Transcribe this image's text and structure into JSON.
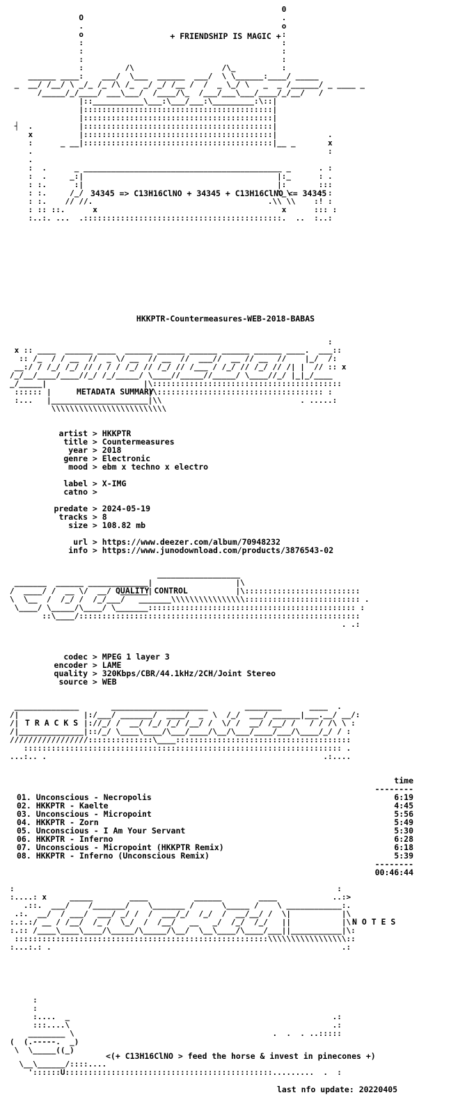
{
  "header": {
    "slogan": "+ FRIENDSHIP IS MAGIC +",
    "formula": "34345 => C13H16ClNO + 34345 + C13H16ClNO <= 34345"
  },
  "release_name": "HKKPTR-Countermeasures-WEB-2018-BABAS",
  "sections": {
    "metadata_title": "METADATA SUMMARY",
    "quality_title": "QUALITY CONTROL",
    "tracks_title": "T R A C K S",
    "notes_title": "N O T E S"
  },
  "metadata": {
    "artist_label": "artist",
    "artist": "HKKPTR",
    "title_label": "title",
    "title": "Countermeasures",
    "year_label": "year",
    "year": "2018",
    "genre_label": "genre",
    "genre": "Electronic",
    "mood_label": "mood",
    "mood": "ebm x techno x electro",
    "label_label": "label",
    "label": "X-IMG",
    "catno_label": "catno",
    "catno": "",
    "predate_label": "predate",
    "predate": "2024-05-19",
    "tracks_label": "tracks",
    "tracks": "8",
    "size_label": "size",
    "size": "108.82 mb",
    "url_label": "url",
    "url": "https://www.deezer.com/album/70948232",
    "info_label": "info",
    "info": "https://www.junodownload.com/products/3876543-02"
  },
  "quality": {
    "codec_label": "codec",
    "codec": "MPEG 1 layer 3",
    "encoder_label": "encoder",
    "encoder": "LAME",
    "quality_label": "quality",
    "quality": "320Kbps/CBR/44.1kHz/2CH/Joint Stereo",
    "source_label": "source",
    "source": "WEB"
  },
  "tracklist": {
    "time_header": "time",
    "items": [
      {
        "title": "01. Unconscious - Necropolis",
        "time": "6:19"
      },
      {
        "title": "02. HKKPTR - Kaelte",
        "time": "4:45"
      },
      {
        "title": "03. Unconscious - Micropoint",
        "time": "5:56"
      },
      {
        "title": "04. HKKPTR - Zorn",
        "time": "5:49"
      },
      {
        "title": "05. Unconscious - I Am Your Servant",
        "time": "5:30"
      },
      {
        "title": "06. HKKPTR - Inferno",
        "time": "6:28"
      },
      {
        "title": "07. Unconscious - Micropoint (HKKPTR Remix)",
        "time": "6:18"
      },
      {
        "title": "08. HKKPTR - Inferno (Unconscious Remix)",
        "time": "5:39"
      }
    ],
    "total": "00:46:44"
  },
  "footer": {
    "tagline": "<(+ C13H16ClNO > feed the horse & invest in pinecones +)",
    "last_update": "last nfo update: 20220405"
  }
}
